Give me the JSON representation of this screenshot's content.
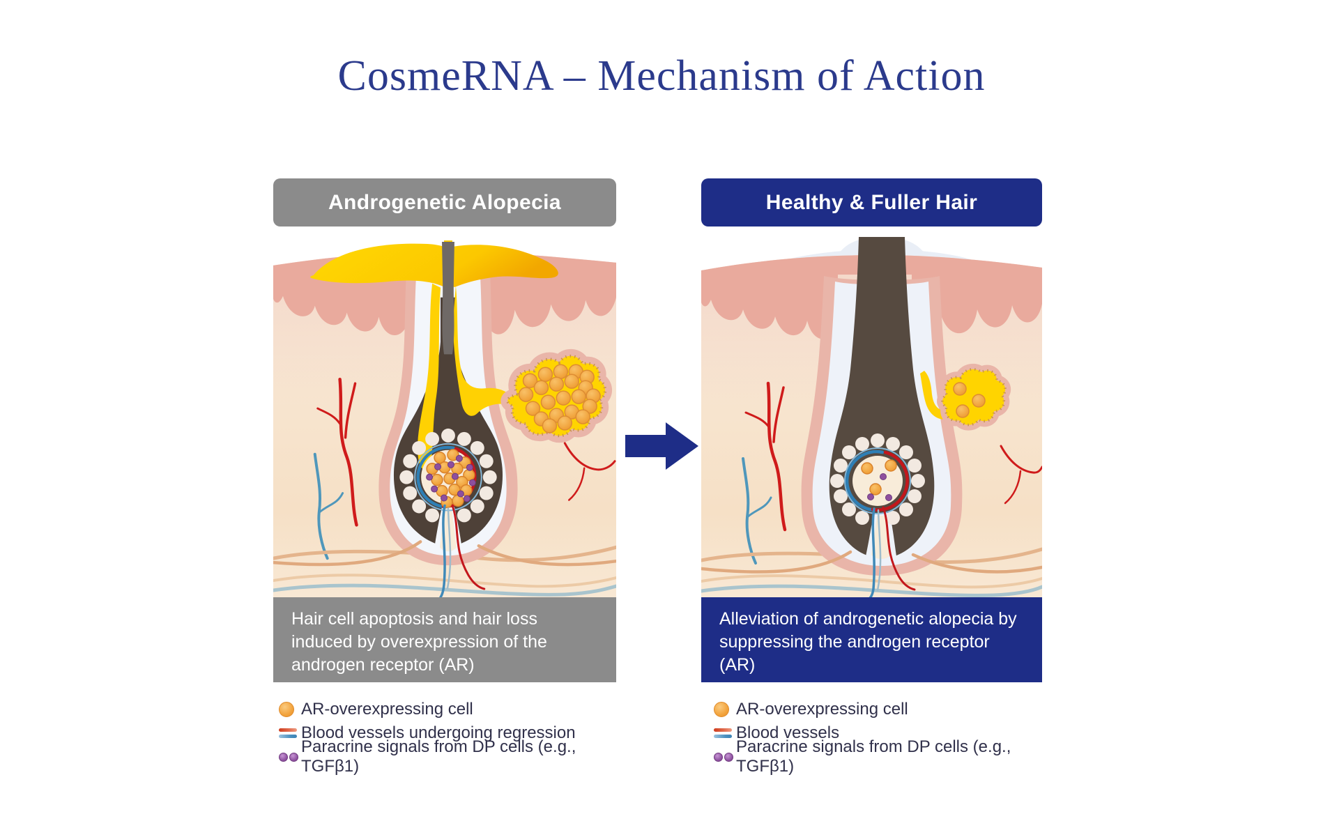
{
  "title": "CosmeRNA – Mechanism of Action",
  "colors": {
    "title_text": "#2b3a8c",
    "gray_box": "#8b8b8b",
    "blue_box": "#1e2d87",
    "arrow": "#1e2d87",
    "legend_text": "#30304a",
    "ar_cell_orange": "#f0a03c",
    "vessel_red": "#cf1b1b",
    "vessel_blue": "#4a90c0",
    "paracrine_purple": "#8e4f9e",
    "sebum_yellow": "#ffd103"
  },
  "left_panel": {
    "header": "Androgenetic Alopecia",
    "caption": "Hair cell apoptosis and hair loss induced by overexpression of the androgen receptor (AR)",
    "legend": [
      {
        "icon": "ar-overexpressing-cell-icon",
        "label": "AR-overexpressing cell"
      },
      {
        "icon": "blood-vessels-icon",
        "label": "Blood vessels undergoing regression"
      },
      {
        "icon": "paracrine-signals-icon",
        "label": "Paracrine signals from DP cells (e.g., TGFβ1)"
      }
    ]
  },
  "right_panel": {
    "header": "Healthy & Fuller Hair",
    "caption": "Alleviation of androgenetic alopecia by suppressing the androgen receptor (AR)",
    "legend": [
      {
        "icon": "ar-overexpressing-cell-icon",
        "label": "AR-overexpressing cell"
      },
      {
        "icon": "blood-vessels-icon",
        "label": "Blood vessels"
      },
      {
        "icon": "paracrine-signals-icon",
        "label": "Paracrine signals from DP cells (e.g., TGFβ1)"
      }
    ]
  }
}
